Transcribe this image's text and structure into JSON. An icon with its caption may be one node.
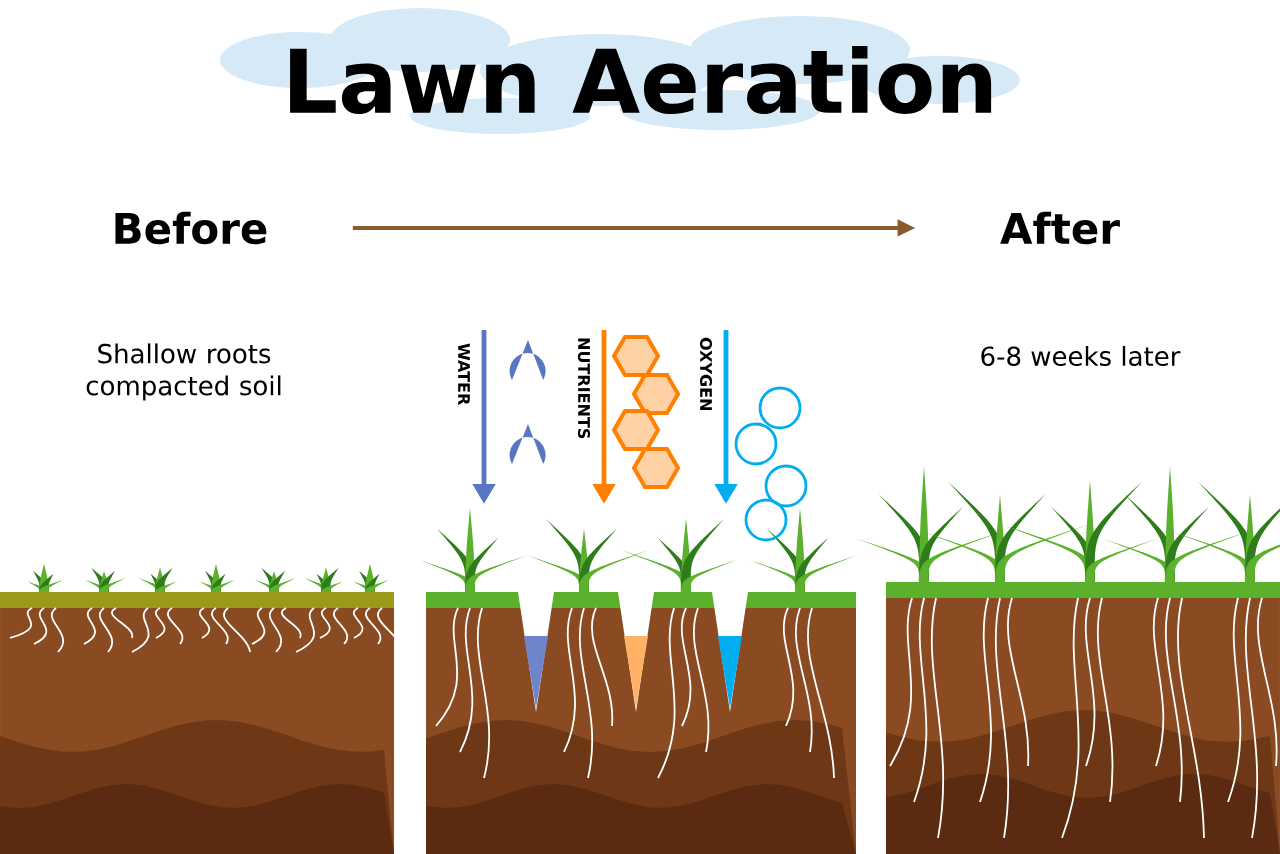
{
  "diagram": {
    "title": "Lawn Aeration",
    "nodes": [
      {
        "text": [
          "Before"
        ]
      },
      {
        "text": [
          "After"
        ]
      }
    ],
    "edges": [
      {
        "from": 0,
        "to": 1,
        "arrow": "to"
      }
    ],
    "labels": [
      "Shallow roots compacted soil",
      "6-8 weeks later",
      "WATER",
      "NUTRIENTS",
      "OXYGEN"
    ]
  }
}
